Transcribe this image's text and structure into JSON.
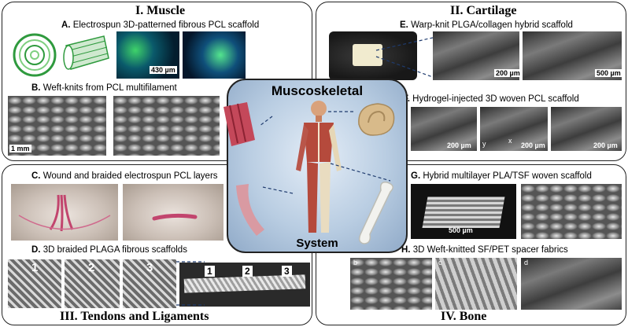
{
  "sections": {
    "muscle": "I. Muscle",
    "cartilage": "II. Cartilage",
    "tendons": "III. Tendons and Ligaments",
    "bone": "IV. Bone"
  },
  "center": {
    "title_top": "Muscoskeletal",
    "title_bottom": "System"
  },
  "captions": {
    "A_letter": "A.",
    "A_text": "Electrospun 3D-patterned fibrous PCL scaffold",
    "B_letter": "B.",
    "B_text": "Weft-knits from PCL multifilament",
    "C_letter": "C.",
    "C_text": "Wound and braided electrospun PCL layers",
    "D_letter": "D.",
    "D_text": "3D braided PLAGA fibrous scaffolds",
    "E_letter": "E.",
    "E_text": "Warp-knit PLGA/collagen hybrid scaffold",
    "F_letter": "F.",
    "F_text": "Hydrogel-injected 3D woven PCL scaffold",
    "G_letter": "G.",
    "G_text": "Hybrid multilayer PLA/TSF woven scaffold",
    "H_letter": "H.",
    "H_text": "3D Weft-knitted SF/PET spacer fabrics"
  },
  "scalebars": {
    "a": "430 µm",
    "b": "1 mm",
    "e1": "200 µm",
    "e2": "500 µm",
    "f1": "200 µm",
    "f2": "200 µm",
    "f3": "200 µm",
    "g": "500 µm"
  },
  "panel_labels": {
    "d1": "1",
    "d2": "2",
    "d3": "3",
    "strip1": "1",
    "strip2": "2",
    "strip3": "3",
    "f_y": "y",
    "f_x": "x",
    "h_b": "b",
    "h_c": "c",
    "h_d": "d"
  }
}
